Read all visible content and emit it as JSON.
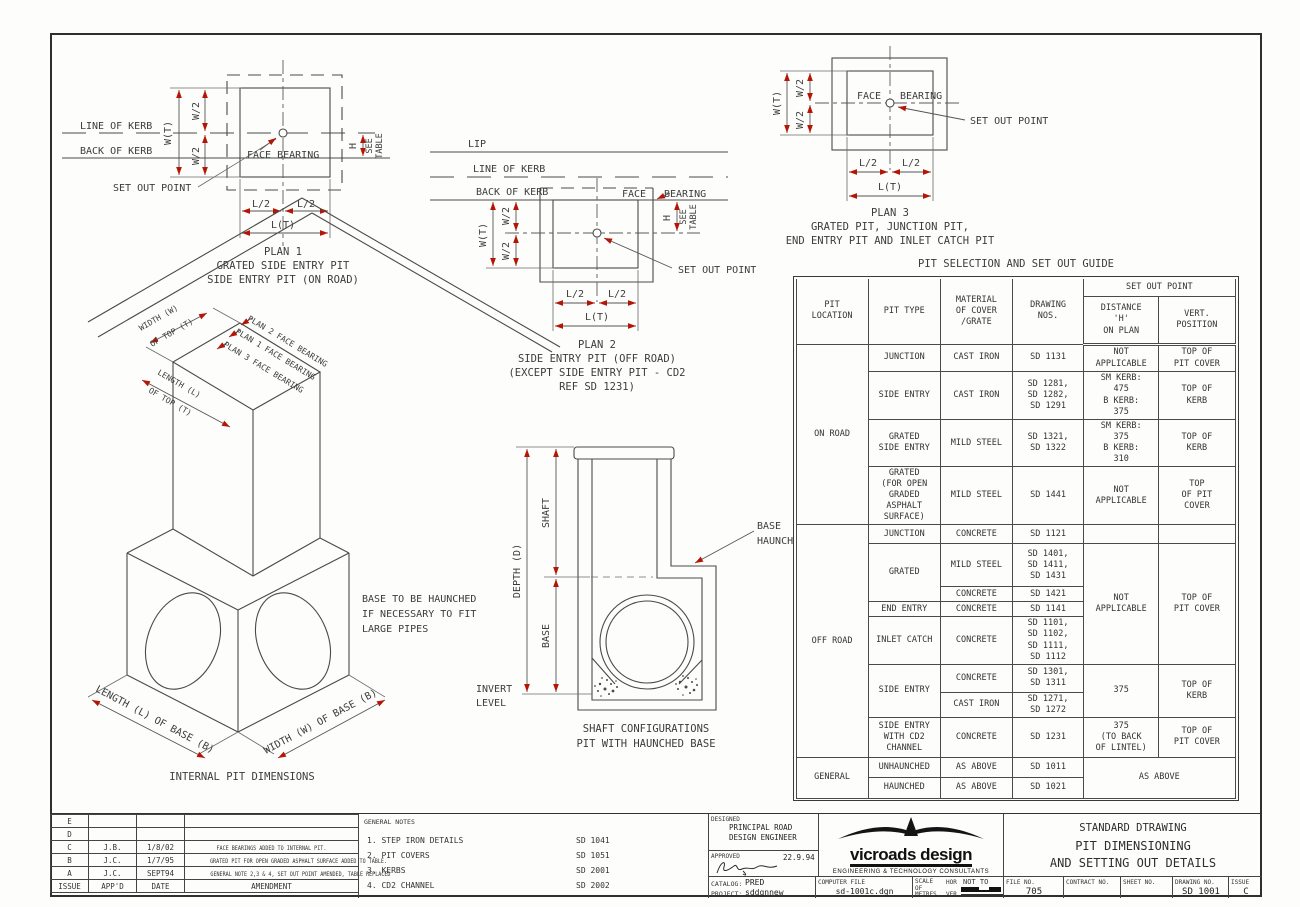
{
  "sheet": {
    "table_title": "PIT SELECTION AND SET OUT GUIDE"
  },
  "labels": {
    "lip": "LIP",
    "line_of_kerb": "LINE OF KERB",
    "back_of_kerb": "BACK OF KERB",
    "set_out_point": "SET OUT POINT",
    "face_bearing": "FACE BEARING",
    "face": "FACE",
    "bearing": "BEARING",
    "wt": "W(T)",
    "w2": "W/2",
    "l2": "L/2",
    "lt": "L(T)",
    "h": "H",
    "see": "SEE",
    "table_word": "TABLE"
  },
  "plan1": {
    "caption": [
      "PLAN 1",
      "GRATED SIDE ENTRY PIT",
      "SIDE ENTRY PIT (ON ROAD)"
    ]
  },
  "plan2": {
    "caption": [
      "PLAN 2",
      "SIDE ENTRY PIT (OFF ROAD)",
      "(EXCEPT SIDE ENTRY PIT - CD2",
      "REF SD 1231)"
    ]
  },
  "plan3": {
    "caption": [
      "PLAN 3",
      "GRATED PIT, JUNCTION PIT,",
      "END ENTRY PIT AND INLET CATCH PIT"
    ]
  },
  "iso": {
    "width_top": [
      "WIDTH (W)",
      "OF TOP (T)"
    ],
    "length_top": [
      "LENGTH (L)",
      "OF TOP (T)"
    ],
    "plan_bearings": [
      "PLAN 2 FACE BEARING",
      "PLAN 1 FACE BEARING",
      "PLAN 3 FACE BEARING"
    ],
    "length_base": "LENGTH (L) OF BASE (B)",
    "width_base": "WIDTH (W) OF BASE (B)",
    "caption": "INTERNAL PIT DIMENSIONS",
    "haunch_note": [
      "BASE TO BE HAUNCHED",
      "IF NECESSARY TO FIT",
      "LARGE PIPES"
    ]
  },
  "shaftfig": {
    "depth": "DEPTH (D)",
    "shaft": "SHAFT",
    "base": "BASE",
    "invert": [
      "INVERT",
      "LEVEL"
    ],
    "haunching": [
      "BASE",
      "HAUNCHING"
    ],
    "caption": [
      "SHAFT CONFIGURATIONS",
      "PIT WITH HAUNCHED BASE"
    ]
  },
  "table": {
    "headers": {
      "location": "PIT\nLOCATION",
      "type": "PIT TYPE",
      "material": "MATERIAL\nOF COVER\n/GRATE",
      "drawings": "DRAWING\nNOS.",
      "sop": "SET OUT POINT",
      "distance": "DISTANCE\n'H'\nON PLAN",
      "vert": "VERT.\nPOSITION"
    },
    "rows": [
      {
        "loc": "ON ROAD",
        "type": "JUNCTION",
        "mat": "CAST IRON",
        "dwg": "SD 1131",
        "dist": "NOT\nAPPLICABLE",
        "vert": "TOP OF\nPIT COVER"
      },
      {
        "type": "SIDE ENTRY",
        "mat": "CAST IRON",
        "dwg": "SD 1281,\nSD 1282,\nSD 1291",
        "dist": "SM KERB:\n475\nB KERB:\n375",
        "vert": "TOP OF\nKERB"
      },
      {
        "type": "GRATED\nSIDE ENTRY",
        "mat": "MILD STEEL",
        "dwg": "SD 1321,\nSD 1322",
        "dist": "SM KERB:\n375\nB KERB:\n310",
        "vert": "TOP OF\nKERB"
      },
      {
        "type": "GRATED\n(FOR OPEN\nGRADED\nASPHALT\nSURFACE)",
        "mat": "MILD STEEL",
        "dwg": "SD 1441",
        "dist": "NOT\nAPPLICABLE",
        "vert": "TOP\nOF PIT\nCOVER"
      },
      {
        "loc": "OFF ROAD",
        "type": "JUNCTION",
        "mat": "CONCRETE",
        "dwg": "SD 1121",
        "dist": "",
        "vert": ""
      },
      {
        "type": "GRATED",
        "mat": "MILD STEEL",
        "dwg": "SD 1401,\nSD 1411,\nSD 1431",
        "dist": "NOT\nAPPLICABLE",
        "vert": "TOP OF\nPIT COVER"
      },
      {
        "mat": "CONCRETE",
        "dwg": "SD 1421"
      },
      {
        "type": "END ENTRY",
        "mat": "CONCRETE",
        "dwg": "SD 1141"
      },
      {
        "type": "INLET CATCH",
        "mat": "CONCRETE",
        "dwg": "SD 1101,\nSD 1102,\nSD 1111,\nSD 1112"
      },
      {
        "type": "SIDE ENTRY",
        "mat": "CONCRETE",
        "dwg": "SD 1301,\nSD 1311",
        "dist": "375",
        "vert": "TOP OF\nKERB"
      },
      {
        "mat": "CAST IRON",
        "dwg": "SD 1271,\nSD 1272"
      },
      {
        "type": "SIDE ENTRY\nWITH CD2\nCHANNEL",
        "mat": "CONCRETE",
        "dwg": "SD 1231",
        "dist": "375\n(TO BACK\nOF LINTEL)",
        "vert": "TOP OF\nPIT COVER"
      },
      {
        "loc": "GENERAL",
        "type": "UNHAUNCHED",
        "mat": "AS ABOVE",
        "dwg": "SD 1011",
        "dist": "AS ABOVE"
      },
      {
        "type": "HAUNCHED",
        "mat": "AS ABOVE",
        "dwg": "SD 1021"
      }
    ]
  },
  "titleblock": {
    "revisions": {
      "rows": [
        {
          "issue": "E",
          "appd": "",
          "date": "",
          "text": ""
        },
        {
          "issue": "D",
          "appd": "",
          "date": "",
          "text": ""
        },
        {
          "issue": "C",
          "appd": "J.B.",
          "date": "1/8/02",
          "text": "FACE BEARINGS ADDED TO INTERNAL PIT."
        },
        {
          "issue": "B",
          "appd": "J.C.",
          "date": "1/7/95",
          "text": "GRATED PIT FOR OPEN GRADED ASPHALT SURFACE ADDED TO TABLE."
        },
        {
          "issue": "A",
          "appd": "J.C.",
          "date": "SEPT94",
          "text": "GENERAL NOTE 2,3 & 4, SET OUT POINT AMENDED, TABLE REPLACED"
        }
      ],
      "footer": {
        "issue": "ISSUE",
        "appd": "APP'D",
        "date": "DATE",
        "text": "AMENDMENT"
      }
    },
    "notes": {
      "title": "GENERAL NOTES",
      "items": [
        {
          "no": "1.",
          "text": "STEP IRON DETAILS",
          "ref": "SD 1041"
        },
        {
          "no": "2.",
          "text": "PIT COVERS",
          "ref": "SD 1051"
        },
        {
          "no": "3.",
          "text": "KERBS",
          "ref": "SD 2001"
        },
        {
          "no": "4.",
          "text": "CD2 CHANNEL",
          "ref": "SD 2002"
        }
      ]
    },
    "designed": {
      "label": "DESIGNED",
      "value": "PRINCIPAL ROAD\nDESIGN ENGINEER"
    },
    "approved": {
      "label": "APPROVED",
      "date": "22.9.94"
    },
    "catalog": {
      "label": "CATALOG:",
      "value": "PRED"
    },
    "project": {
      "label": "PROJECT:",
      "value": "sddgnnew"
    },
    "logo": {
      "wordmark": "vicroads design",
      "tagline": "ENGINEERING & TECHNOLOGY CONSULTANTS"
    },
    "computer_file": {
      "label": "COMPUTER FILE",
      "value": "sd-1001c.dgn"
    },
    "scale": {
      "label": "SCALE\nOF\nMETRES",
      "hor": "HOR",
      "ver": "VER",
      "value": "NOT TO SCALE"
    },
    "drawing_title": [
      "STANDARD DTRAWING",
      "PIT DIMENSIONING",
      "AND SETTING OUT DETAILS"
    ],
    "file_no": {
      "label": "FILE NO.",
      "value": "705"
    },
    "contract_no": {
      "label": "CONTRACT NO.",
      "value": ""
    },
    "sheet_no": {
      "label": "SHEET NO.",
      "value": ""
    },
    "drawing_no": {
      "label": "DRAWING NO.",
      "value": "SD 1001"
    },
    "issue": {
      "label": "ISSUE",
      "value": "C"
    }
  },
  "colors": {
    "line": "#4a4a4a",
    "arrow": "#b51505",
    "text": "#3c3c3c"
  }
}
